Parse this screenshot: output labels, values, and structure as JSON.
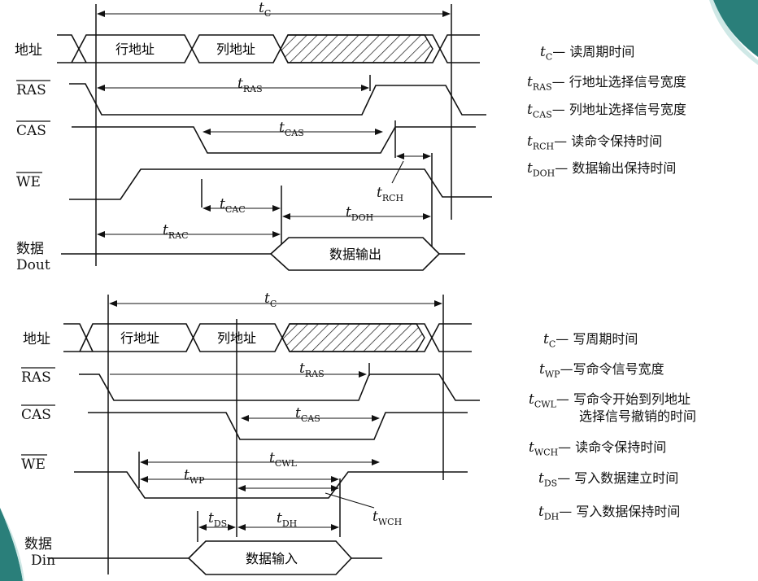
{
  "read": {
    "signals": {
      "addr": "地址",
      "ras": "RAS",
      "cas": "CAS",
      "we": "WE",
      "data": "数据",
      "data_sub": "Dout"
    },
    "boxes": {
      "row": "行地址",
      "col": "列地址",
      "data": "数据输出"
    },
    "timings": {
      "tc": "C",
      "tras": "RAS",
      "tcas": "CAS",
      "trch": "RCH",
      "tcac": "CAC",
      "tdoh": "DOH",
      "trac": "RAC"
    },
    "legend": [
      {
        "sub": "C",
        "text": "— 读周期时间"
      },
      {
        "sub": "RAS",
        "text": "— 行地址选择信号宽度"
      },
      {
        "sub": "CAS",
        "text": "— 列地址选择信号宽度"
      },
      {
        "sub": "RCH",
        "text": "— 读命令保持时间"
      },
      {
        "sub": "DOH",
        "text": "— 数据输出保持时间"
      }
    ]
  },
  "write": {
    "signals": {
      "addr": "地址",
      "ras": "RAS",
      "cas": "CAS",
      "we": "WE",
      "data": "数据",
      "data_sub": "Din"
    },
    "boxes": {
      "row": "行地址",
      "col": "列地址",
      "data": "数据输入"
    },
    "timings": {
      "tc": "C",
      "tras": "RAS",
      "tcas": "CAS",
      "tcwl": "CWL",
      "twp": "WP",
      "twch": "WCH",
      "tds": "DS",
      "tdh": "DH"
    },
    "legend": [
      {
        "sub": "C",
        "text": "— 写周期时间"
      },
      {
        "sub": "WP",
        "text": "—写命令信号宽度"
      },
      {
        "sub": "CWL",
        "text": "— 写命令开始到列地址",
        "text2": "选择信号撤销的时间"
      },
      {
        "sub": "WCH",
        "text": "— 读命令保持时间"
      },
      {
        "sub": "DS",
        "text": "— 写入数据建立时间"
      },
      {
        "sub": "DH",
        "text": "— 写入数据保持时间"
      }
    ]
  },
  "symbols": {
    "t": "t"
  },
  "colors": {
    "deco_teal": "#2a7f7a",
    "deco_light": "#cfe8e6"
  }
}
